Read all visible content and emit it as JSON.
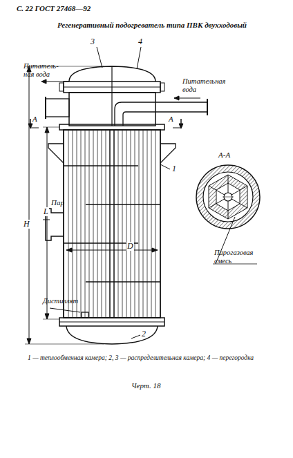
{
  "diagram": {
    "title": "Регенеративный подогреватель типа ПВК двухходовый",
    "caption": "1 — теплообменная камера; 2, 3 — распределительная камера; 4 — перегородка",
    "labels": [
      "С. 22 ГОСТ 27468—92",
      "3",
      "4",
      "Питатель- ная вода",
      "Питательная вода",
      "А",
      "А",
      "А-А",
      "1",
      "Пар",
      "Парогазовая смесь",
      "H",
      "L",
      "D",
      "Дистиллят",
      "2",
      "Черт. 18"
    ]
  }
}
